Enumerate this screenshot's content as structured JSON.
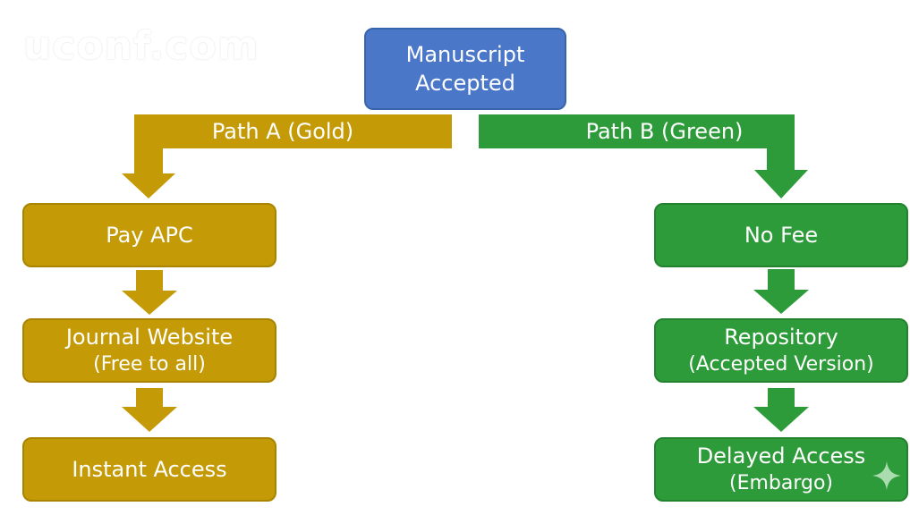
{
  "watermark": "uconf.com",
  "root": {
    "line1": "Manuscript",
    "line2": "Accepted"
  },
  "path_a": {
    "label": "Path A (Gold)",
    "steps": [
      {
        "line1": "Pay APC",
        "line2": ""
      },
      {
        "line1": "Journal Website",
        "line2": "(Free to all)"
      },
      {
        "line1": "Instant Access",
        "line2": ""
      }
    ]
  },
  "path_b": {
    "label": "Path B (Green)",
    "steps": [
      {
        "line1": "No Fee",
        "line2": ""
      },
      {
        "line1": "Repository",
        "line2": "(Accepted Version)"
      },
      {
        "line1": "Delayed Access",
        "line2": "(Embargo)"
      }
    ]
  },
  "colors": {
    "gold": "#c49a06",
    "green": "#2e9b3a",
    "blue": "#4a77c8"
  },
  "icons": {
    "corner": "sparkle-icon"
  }
}
